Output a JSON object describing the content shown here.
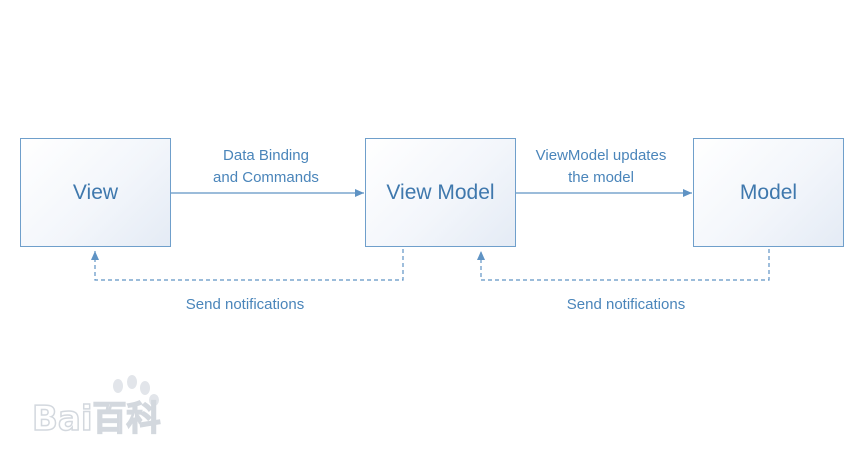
{
  "nodes": {
    "view": "View",
    "view_model": "View Model",
    "model": "Model"
  },
  "edges": {
    "view_to_viewmodel_line1": "Data Binding",
    "view_to_viewmodel_line2": "and Commands",
    "viewmodel_to_model_line1": "ViewModel updates",
    "viewmodel_to_model_line2": "the model",
    "viewmodel_to_view": "Send notifications",
    "model_to_viewmodel": "Send notifications"
  },
  "watermark": "Bai百科",
  "colors": {
    "stroke": "#6f9fcb",
    "text": "#3f78ad",
    "label": "#4a85ba",
    "watermark": "#d9dde2"
  }
}
